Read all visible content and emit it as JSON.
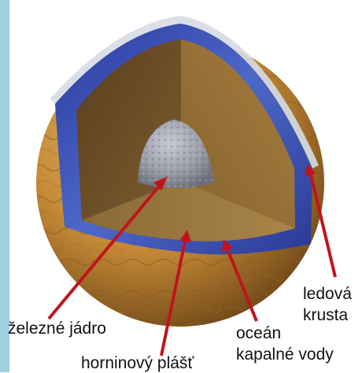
{
  "diagram": {
    "layers": [
      {
        "key": "core",
        "label": "železné jádro"
      },
      {
        "key": "mantle",
        "label": "horninový plášť"
      },
      {
        "key": "ocean",
        "label_lines": [
          "oceán",
          "kapalné vody"
        ]
      },
      {
        "key": "ice",
        "label_lines": [
          "ledová",
          "krusta"
        ]
      }
    ],
    "colors": {
      "side_bar": "#9fd0dd",
      "arrow": "#c0141c",
      "ocean_layer": "#3a4fb0",
      "ice_crust": "#d8dde6",
      "surface": "#c98f3a",
      "mantle": "#7a5a2e",
      "core": "#9a9ca8"
    }
  }
}
